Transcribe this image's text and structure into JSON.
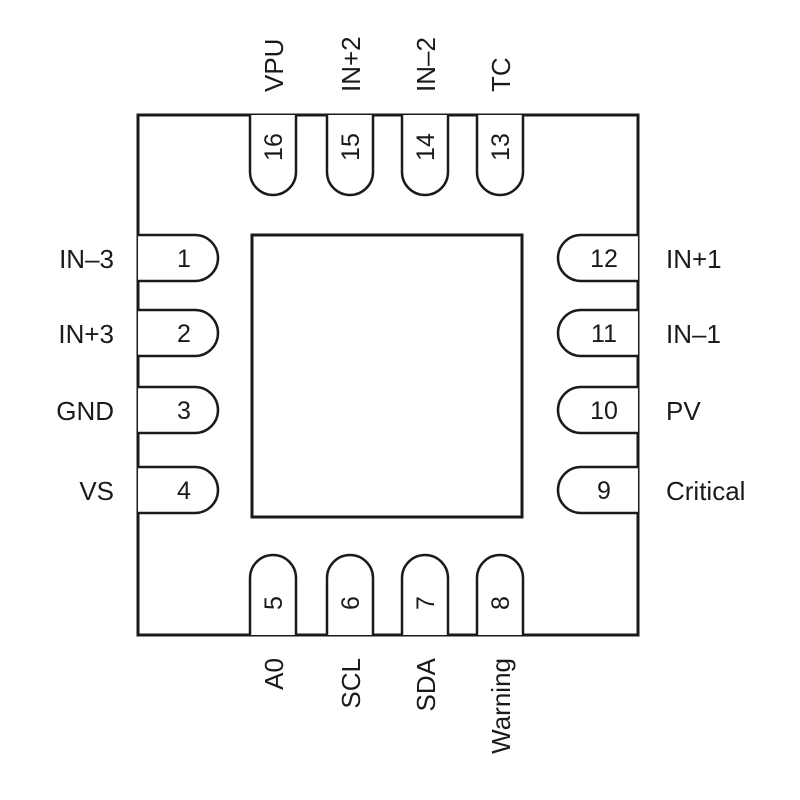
{
  "pins": [
    {
      "number": "1",
      "signal": "IN–3",
      "side": "left"
    },
    {
      "number": "2",
      "signal": "IN+3",
      "side": "left"
    },
    {
      "number": "3",
      "signal": "GND",
      "side": "left"
    },
    {
      "number": "4",
      "signal": "VS",
      "side": "left"
    },
    {
      "number": "5",
      "signal": "A0",
      "side": "bottom"
    },
    {
      "number": "6",
      "signal": "SCL",
      "side": "bottom"
    },
    {
      "number": "7",
      "signal": "SDA",
      "side": "bottom"
    },
    {
      "number": "8",
      "signal": "Warning",
      "side": "bottom"
    },
    {
      "number": "9",
      "signal": "Critical",
      "side": "right"
    },
    {
      "number": "10",
      "signal": "PV",
      "side": "right"
    },
    {
      "number": "11",
      "signal": "IN–1",
      "side": "right"
    },
    {
      "number": "12",
      "signal": "IN+1",
      "side": "right"
    },
    {
      "number": "13",
      "signal": "TC",
      "side": "top"
    },
    {
      "number": "14",
      "signal": "IN–2",
      "side": "top"
    },
    {
      "number": "15",
      "signal": "IN+2",
      "side": "top"
    },
    {
      "number": "16",
      "signal": "VPU",
      "side": "top"
    }
  ]
}
